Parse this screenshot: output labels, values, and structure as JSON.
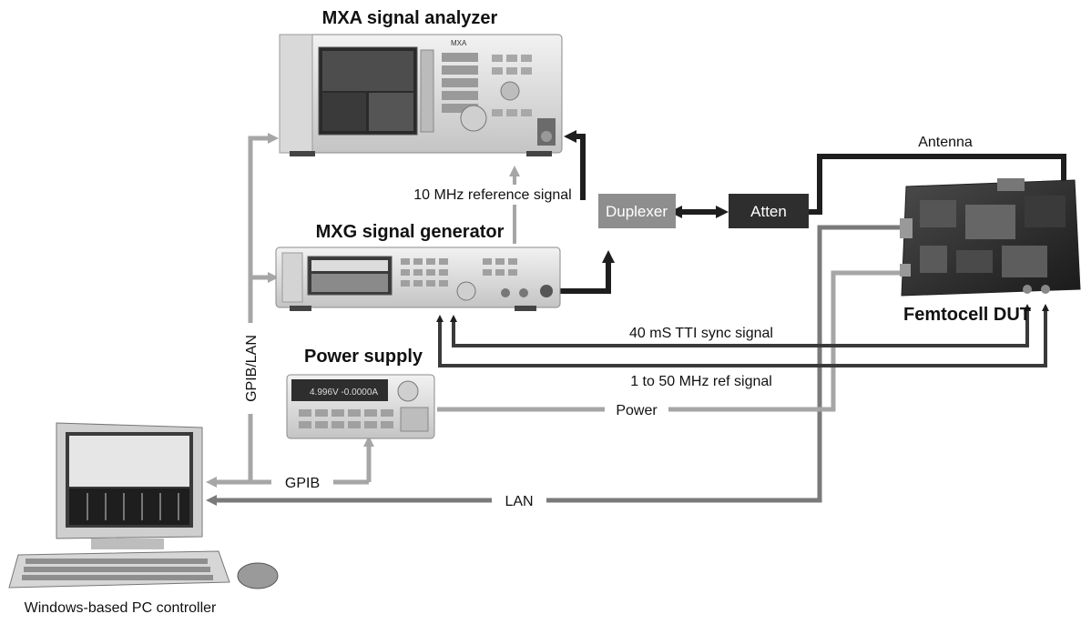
{
  "devices": {
    "mxa": {
      "title": "MXA signal analyzer",
      "brand_text": "MXA"
    },
    "mxg": {
      "title": "MXG signal generator"
    },
    "power_supply": {
      "title": "Power supply",
      "display_text": "4.996V  -0.0000A"
    },
    "dut": {
      "title": "Femtocell DUT"
    },
    "pc": {
      "title": "Windows-based PC controller"
    }
  },
  "blocks": {
    "duplexer": "Duplexer",
    "atten": "Atten"
  },
  "signals": {
    "ref_10mhz": "10 MHz reference signal",
    "antenna": "Antenna",
    "tti_sync": "40 mS TTI sync signal",
    "ref_1_50": "1 to 50 MHz ref signal",
    "power": "Power",
    "gpib_lan": "GPIB/LAN",
    "gpib": "GPIB",
    "lan": "LAN"
  },
  "colors": {
    "dark_line": "#1e1e1e",
    "light_line": "#a6a6a6",
    "mid_line": "#7a7a7a",
    "duplexer_fill": "#8e8e8e",
    "atten_fill": "#2e2e2e"
  }
}
